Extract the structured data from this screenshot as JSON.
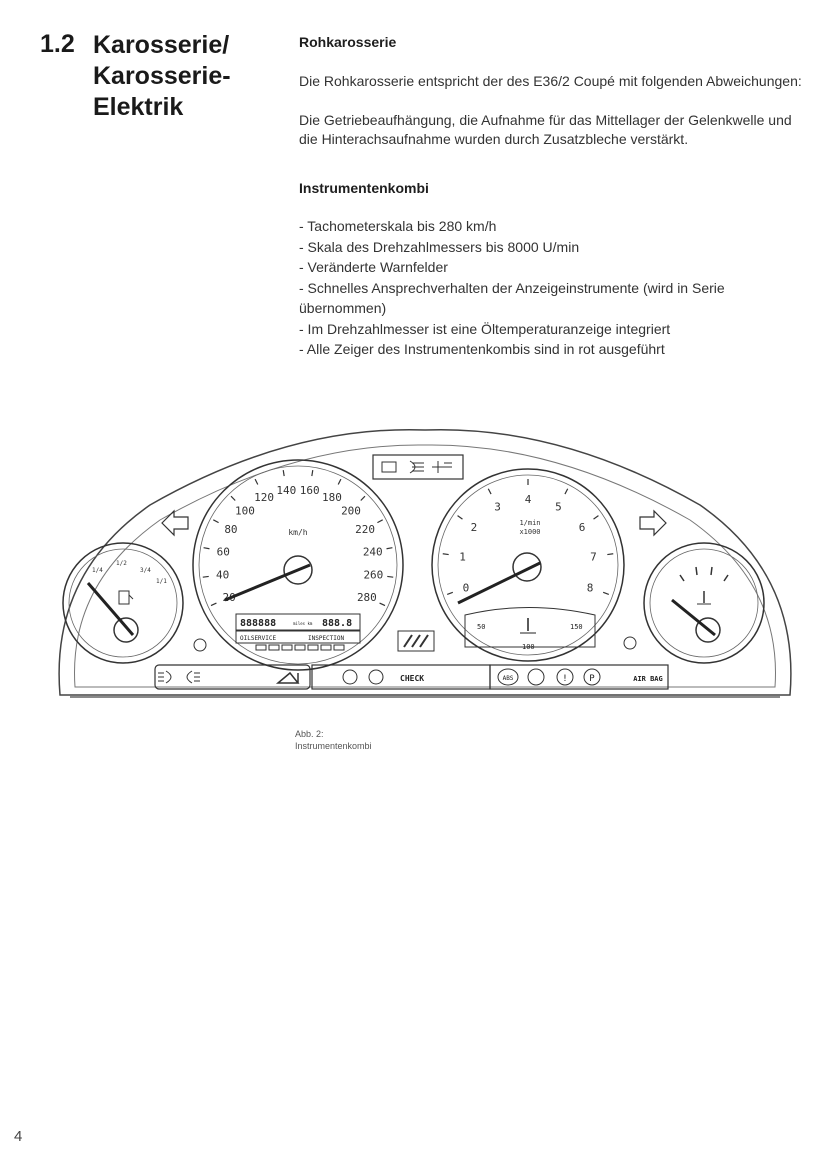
{
  "chapter": {
    "number": "1.2",
    "title_lines": [
      "Karosserie/",
      "Karosserie-",
      "Elektrik"
    ]
  },
  "sections": [
    {
      "heading": "Rohkarosserie",
      "paragraphs": [
        "Die Rohkarosserie entspricht der des E36/2 Coupé mit folgenden Abweichungen:",
        "Die Getriebeaufhängung, die Aufnahme für das Mittellager der Gelenkwelle und die Hinterachsaufnahme wurden durch Zusatzbleche verstärkt."
      ]
    },
    {
      "heading": "Instrumentenkombi",
      "items": [
        "- Tachometerskala bis 280 km/h",
        "- Skala des Drehzahlmessers bis 8000 U/min",
        "- Veränderte Warnfelder",
        "- Schnelles Ansprechverhalten der Anzeigeinstrumente (wird in Serie übernommen)",
        "- Im Drehzahlmesser ist eine Öltemperaturanzeige integriert",
        "- Alle Zeiger des Instrumentenkombis sind in rot ausgeführt"
      ]
    }
  ],
  "figure": {
    "caption_lines": [
      "Abb. 2:",
      "Instrumentenkombi"
    ],
    "speedometer": {
      "unit": "km/h",
      "ticks": [
        "20",
        "40",
        "60",
        "80",
        "100",
        "120",
        "140",
        "160",
        "180",
        "200",
        "220",
        "240",
        "260",
        "280"
      ],
      "odometer": "888888",
      "trip": "888.8",
      "odometer_unit": "miles km",
      "oilservice_label": "OILSERVICE",
      "inspection_label": "INSPECTION"
    },
    "tachometer": {
      "unit_line1": "1/min",
      "unit_line2": "x1000",
      "ticks": [
        "0",
        "1",
        "2",
        "3",
        "4",
        "5",
        "6",
        "7",
        "8"
      ],
      "oil_temp_low": "50",
      "oil_temp_mid": "100",
      "oil_temp_high": "150"
    },
    "fuel_gauge": {
      "ticks": [
        "1/4",
        "1/2",
        "3/4",
        "1/1"
      ]
    },
    "warning_bar": {
      "check_label": "CHECK",
      "abs_label": "ABS",
      "brake_label": "!",
      "parking_label": "P",
      "airbag_label": "AIR BAG"
    },
    "icons": [
      "turn-left-arrow",
      "turn-right-arrow",
      "fog-light-front",
      "fog-light-rear",
      "high-beam",
      "fuel-pump",
      "engine-temp",
      "m-logo"
    ]
  },
  "page_number": "4"
}
